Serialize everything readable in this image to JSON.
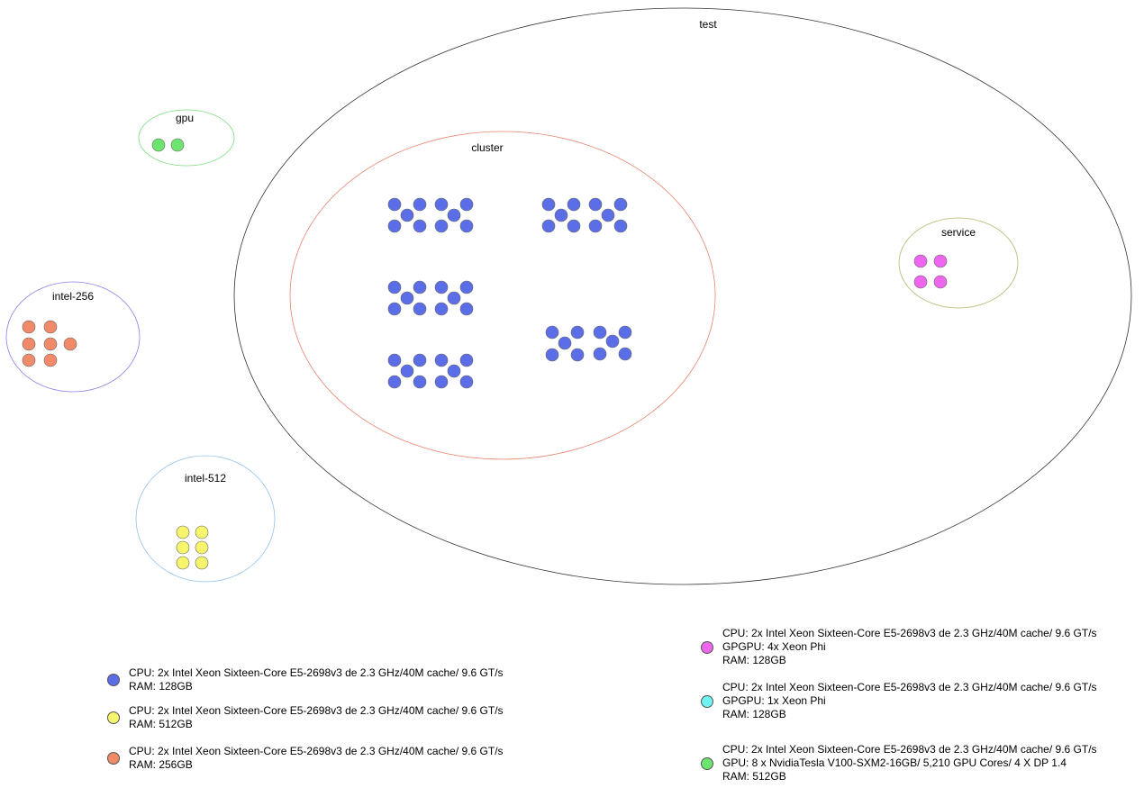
{
  "groups": {
    "test": {
      "label": "test"
    },
    "cluster": {
      "label": "cluster"
    },
    "service": {
      "label": "service"
    },
    "gpu": {
      "label": "gpu"
    },
    "intel256": {
      "label": "intel-256"
    },
    "intel512": {
      "label": "intel-512"
    }
  },
  "colors": {
    "blue": "#5b6ee8",
    "yellow": "#f7f56b",
    "orange": "#f08a68",
    "magenta": "#ee66ee",
    "cyan": "#6ef2f2",
    "green": "#6de46d",
    "test_border": "#333333",
    "cluster_border": "#e8836e",
    "service_border": "#b5b56b",
    "gpu_border": "#7edc7e",
    "intel256_border": "#8a80e8",
    "intel512_border": "#8ec0ec"
  },
  "legend": {
    "blue": {
      "lines": [
        "CPU: 2x Intel Xeon Sixteen-Core E5-2698v3 de 2.3 GHz/40M cache/ 9.6 GT/s",
        "RAM: 128GB"
      ]
    },
    "yellow": {
      "lines": [
        "CPU: 2x Intel Xeon Sixteen-Core E5-2698v3 de 2.3 GHz/40M cache/ 9.6 GT/s",
        "RAM: 512GB"
      ]
    },
    "orange": {
      "lines": [
        "CPU: 2x Intel Xeon Sixteen-Core E5-2698v3 de 2.3 GHz/40M cache/ 9.6 GT/s",
        "RAM: 256GB"
      ]
    },
    "magenta": {
      "lines": [
        "CPU: 2x Intel Xeon Sixteen-Core E5-2698v3 de 2.3 GHz/40M cache/ 9.6 GT/s",
        "GPGPU: 4x Xeon Phi",
        "RAM: 128GB"
      ]
    },
    "cyan": {
      "lines": [
        "CPU: 2x Intel Xeon Sixteen-Core E5-2698v3 de 2.3 GHz/40M cache/ 9.6 GT/s",
        "GPGPU: 1x Xeon Phi",
        "RAM: 128GB"
      ]
    },
    "green": {
      "lines": [
        "CPU: 2x Intel Xeon Sixteen-Core E5-2698v3 de 2.3 GHz/40M cache/ 9.6 GT/s",
        "GPU: 8 x NvidiaTesla V100-SXM2-16GB/ 5,210 GPU Cores/ 4 X DP 1.4",
        "RAM: 512GB"
      ]
    }
  }
}
